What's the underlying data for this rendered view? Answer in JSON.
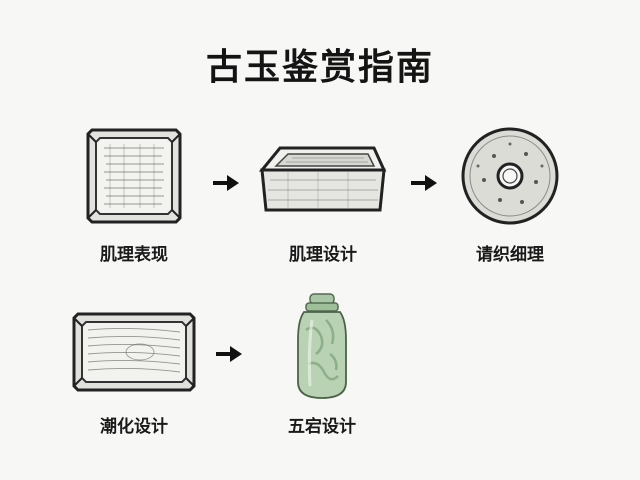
{
  "title": "古玉鉴赏指南",
  "items": [
    {
      "label": "肌理表现",
      "icon": "carved-square-plaque-icon"
    },
    {
      "label": "肌理设计",
      "icon": "shallow-square-dish-icon"
    },
    {
      "label": "请织细理",
      "icon": "bi-disc-icon"
    },
    {
      "label": "潮化设计",
      "icon": "rectangular-tray-icon"
    },
    {
      "label": "五宕设计",
      "icon": "jade-bottle-icon"
    }
  ]
}
